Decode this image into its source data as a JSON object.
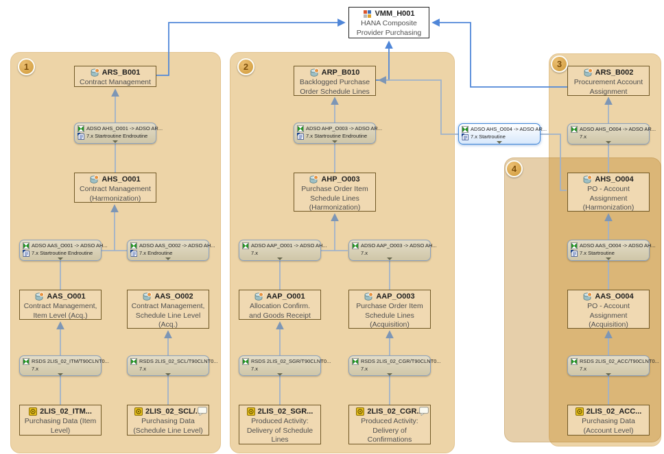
{
  "composite": {
    "name": "VMM_H001",
    "body": "HANA Composite\nProvider Purchasing"
  },
  "groups": [
    {
      "badge": "1"
    },
    {
      "badge": "2"
    },
    {
      "badge": "3"
    },
    {
      "badge": "4"
    }
  ],
  "nodes": {
    "ars_b001": {
      "name": "ARS_B001",
      "body": "Contract Management"
    },
    "ahs_o001": {
      "name": "AHS_O001",
      "body": "Contract Management\n(Harmonization)"
    },
    "aas_o001": {
      "name": "AAS_O001",
      "body": "Contract Management,\nItem Level (Acq.)"
    },
    "aas_o002": {
      "name": "AAS_O002",
      "body": "Contract Management,\nSchedule Line Level\n(Acq.)"
    },
    "ds_itm": {
      "name": "2LIS_02_ITM...",
      "body": "Purchasing Data (Item\nLevel)"
    },
    "ds_scl": {
      "name": "2LIS_02_SCL/...",
      "body": "Purchasing Data\n(Schedule Line Level)"
    },
    "arp_b010": {
      "name": "ARP_B010",
      "body": "Backlogged Purchase\nOrder Schedule Lines"
    },
    "ahp_o003": {
      "name": "AHP_O003",
      "body": "Purchase Order Item\nSchedule Lines\n(Harmonization)"
    },
    "aap_o001": {
      "name": "AAP_O001",
      "body": "Allocation Confirm.\nand Goods Receipt"
    },
    "aap_o003": {
      "name": "AAP_O003",
      "body": "Purchase Order Item\nSchedule Lines\n(Acquisition)"
    },
    "ds_sgr": {
      "name": "2LIS_02_SGR...",
      "body": "Produced Activity:\nDelivery of Schedule\nLines"
    },
    "ds_cgr": {
      "name": "2LIS_02_CGR...",
      "body": "Produced Activity:\nDelivery of\nConfirmations"
    },
    "ars_b002": {
      "name": "ARS_B002",
      "body": "Procurement Account\nAssignment"
    },
    "ahs_o004": {
      "name": "AHS_O004",
      "body": "PO - Account\nAssignment\n(Harmonization)"
    },
    "aas_o004": {
      "name": "AAS_O004",
      "body": "PO - Account\nAssignment\n(Acquisition)"
    },
    "ds_acc": {
      "name": "2LIS_02_ACC...",
      "body": "Purchasing Data\n(Account Level)"
    }
  },
  "transforms": {
    "t1": {
      "line1": "ADSO AHS_O001 -> ADSO AR...",
      "line2": "7.x  Startroutine  Endroutine"
    },
    "t2": {
      "line1": "ADSO AAS_O001 -> ADSO AH...",
      "line2": "7.x  Startroutine  Endroutine"
    },
    "t3": {
      "line1": "ADSO AAS_O002 -> ADSO AH...",
      "line2": "7.x  Endroutine"
    },
    "t4": {
      "line1": "RSDS 2LIS_02_ITM/T90CLNT0...",
      "line2": "7.x"
    },
    "t5": {
      "line1": "RSDS 2LIS_02_SCL/T90CLNT0...",
      "line2": "7.x"
    },
    "t6": {
      "line1": "ADSO AHP_O003 -> ADSO AR...",
      "line2": "7.x  Startroutine  Endroutine"
    },
    "t7": {
      "line1": "ADSO AAP_O001 -> ADSO AH...",
      "line2": "7.x"
    },
    "t8": {
      "line1": "ADSO AAP_O003 -> ADSO AH...",
      "line2": "7.x"
    },
    "t9": {
      "line1": "RSDS 2LIS_02_SGR/T90CLNT0...",
      "line2": "7.x"
    },
    "t10": {
      "line1": "RSDS 2LIS_02_CGR/T90CLNT0...",
      "line2": "7.x"
    },
    "ts": {
      "line1": "ADSO AHS_O004 -> ADSO AR...",
      "line2": "7.x  Startroutine"
    },
    "t11": {
      "line1": "ADSO AHS_O004 -> ADSO AR...",
      "line2": "7.x"
    },
    "t12": {
      "line1": "ADSO AAS_O004 -> ADSO AH...",
      "line2": "7.x  Startroutine"
    },
    "t13": {
      "line1": "RSDS 2LIS_02_ACC/T90CLNT0...",
      "line2": "7.x"
    }
  },
  "connections": [
    {
      "from": "ARS_B001",
      "to": "VMM_H001"
    },
    {
      "from": "ARP_B010",
      "to": "VMM_H001"
    },
    {
      "from": "ARS_B002",
      "to": "VMM_H001"
    },
    {
      "from": "2LIS_02_ITM",
      "to": "AAS_O001"
    },
    {
      "from": "2LIS_02_SCL",
      "to": "AAS_O002"
    },
    {
      "from": "AAS_O001",
      "to": "AHS_O001"
    },
    {
      "from": "AAS_O002",
      "to": "AHS_O001"
    },
    {
      "from": "AHS_O001",
      "to": "ARS_B001"
    },
    {
      "from": "2LIS_02_SGR",
      "to": "AAP_O001"
    },
    {
      "from": "2LIS_02_CGR",
      "to": "AAP_O003"
    },
    {
      "from": "AAP_O001",
      "to": "AHP_O003"
    },
    {
      "from": "AAP_O003",
      "to": "AHP_O003"
    },
    {
      "from": "AHP_O003",
      "to": "ARP_B010"
    },
    {
      "from": "AHS_O004",
      "to": "ARP_B010"
    },
    {
      "from": "2LIS_02_ACC",
      "to": "AAS_O004"
    },
    {
      "from": "AAS_O004",
      "to": "AHS_O004"
    },
    {
      "from": "AHS_O004",
      "to": "ARS_B002"
    }
  ],
  "colors": {
    "group_fill": "#edd4a7",
    "selection_blue": "#3f86d8",
    "flow_blue": "#4f86d8",
    "flow_gray": "#9fb2cb"
  }
}
